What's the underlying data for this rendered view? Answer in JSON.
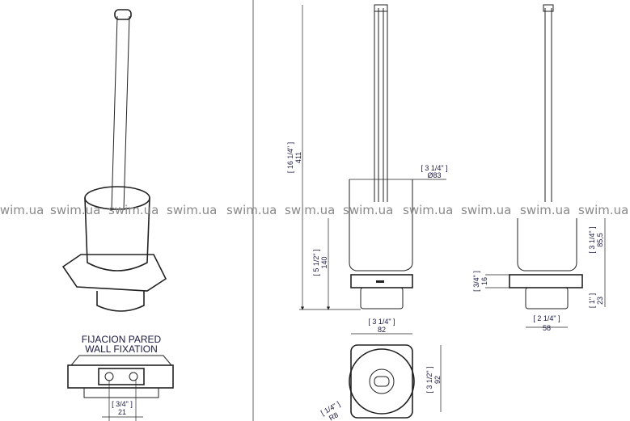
{
  "watermark": "swim.ua",
  "caption": {
    "line1": "FIJACION PARED",
    "line2": "WALL FIXATION"
  },
  "dimensions": {
    "height_total": {
      "inch": "[ 16 1/4\" ]",
      "mm": "411"
    },
    "height_base": {
      "inch": "[ 5 1/2\" ]",
      "mm": "140"
    },
    "diameter": {
      "inch": "[ 3 1/4\" ]",
      "mm": "Ø83"
    },
    "width_top": {
      "inch": "[ 3 1/4\" ]",
      "mm": "82"
    },
    "depth_top": {
      "inch": "[ 3 1/2\" ]",
      "mm": "92"
    },
    "radius": {
      "inch": "[ 1/4\" ]",
      "mm": "R8"
    },
    "side_upper": {
      "inch": "[ 3 1/4\" ]",
      "mm": "85,5"
    },
    "side_flange": {
      "inch": "[ 3/4\" ]",
      "mm": "16"
    },
    "side_lower": {
      "inch": "[ 1\" ]",
      "mm": "23"
    },
    "side_width": {
      "inch": "[ 2 1/4\" ]",
      "mm": "58"
    },
    "wall_fix": {
      "inch": "[ 3/4\" ]",
      "mm": "21"
    }
  }
}
